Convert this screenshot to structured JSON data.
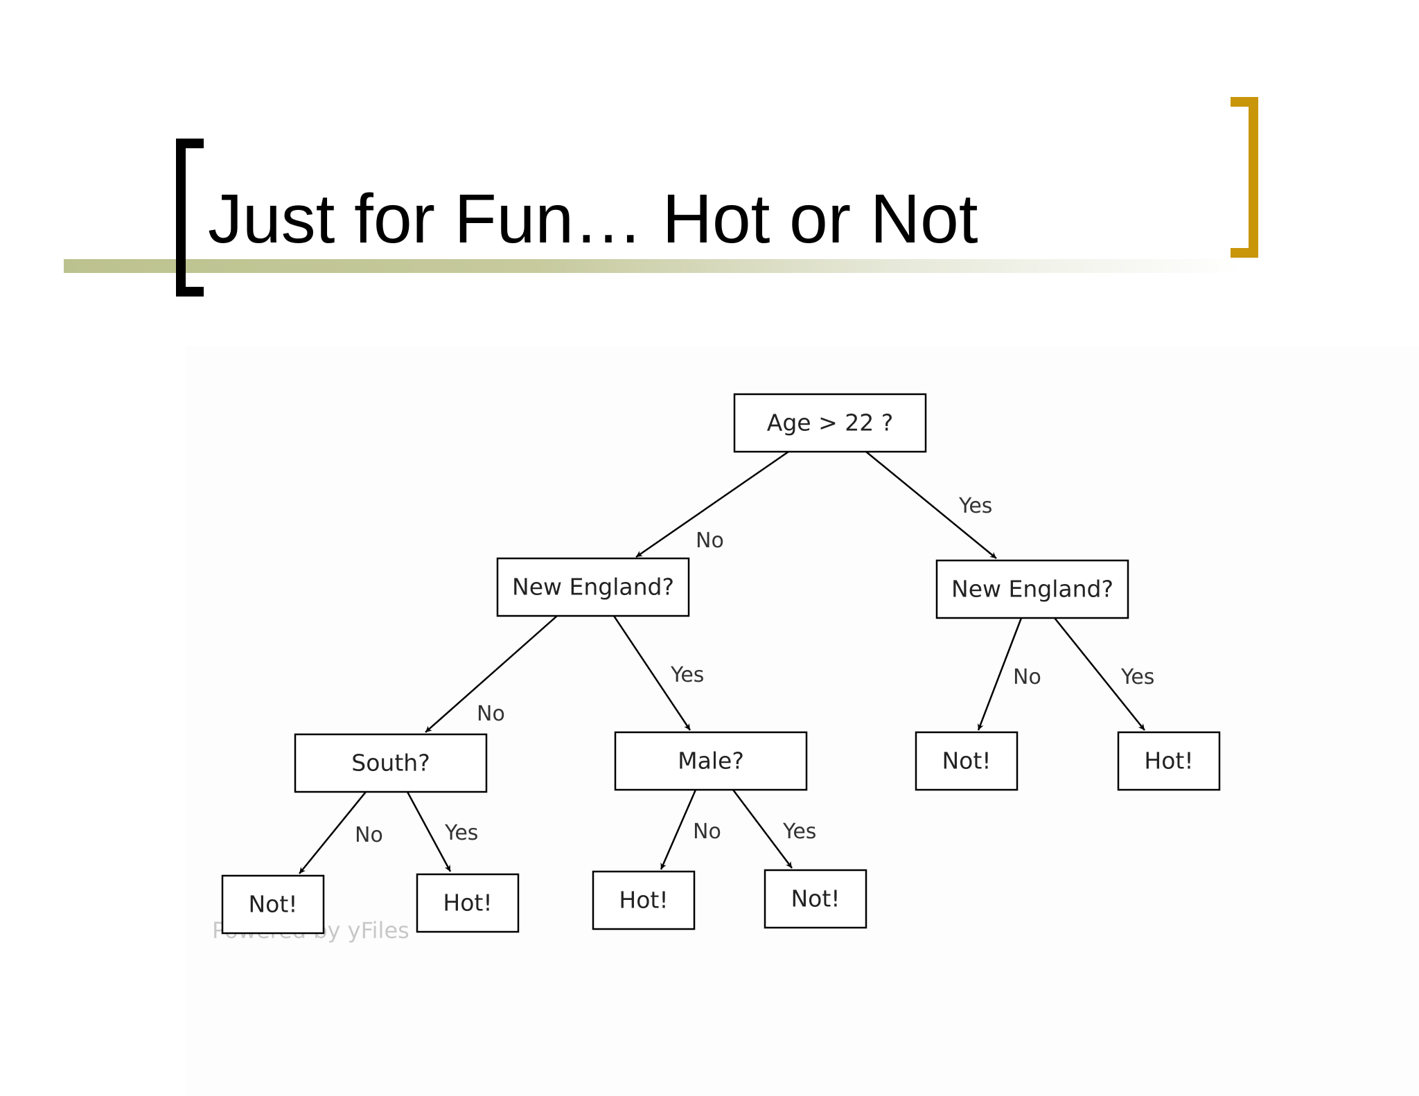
{
  "slide": {
    "title": "Just for Fun… Hot or Not"
  },
  "colors": {
    "title_text": "#000000",
    "left_bracket": "#000000",
    "right_bracket": "#c9960a",
    "accent_bar": "#bcc28f",
    "node_border": "#000000",
    "edge": "#000000"
  },
  "diagram": {
    "watermark": "Powered by yFiles",
    "nodes": [
      {
        "id": "root",
        "label": "Age > 22 ?"
      },
      {
        "id": "ne_left",
        "label": "New England?"
      },
      {
        "id": "ne_right",
        "label": "New England?"
      },
      {
        "id": "south",
        "label": "South?"
      },
      {
        "id": "male",
        "label": "Male?"
      },
      {
        "id": "r_not",
        "label": "Not!"
      },
      {
        "id": "r_hot",
        "label": "Hot!"
      },
      {
        "id": "s_not",
        "label": "Not!"
      },
      {
        "id": "s_hot",
        "label": "Hot!"
      },
      {
        "id": "m_hot",
        "label": "Hot!"
      },
      {
        "id": "m_not",
        "label": "Not!"
      }
    ],
    "edges": [
      {
        "from": "root",
        "to": "ne_left",
        "label": "No"
      },
      {
        "from": "root",
        "to": "ne_right",
        "label": "Yes"
      },
      {
        "from": "ne_left",
        "to": "south",
        "label": "No"
      },
      {
        "from": "ne_left",
        "to": "male",
        "label": "Yes"
      },
      {
        "from": "ne_right",
        "to": "r_not",
        "label": "No"
      },
      {
        "from": "ne_right",
        "to": "r_hot",
        "label": "Yes"
      },
      {
        "from": "south",
        "to": "s_not",
        "label": "No"
      },
      {
        "from": "south",
        "to": "s_hot",
        "label": "Yes"
      },
      {
        "from": "male",
        "to": "m_hot",
        "label": "No"
      },
      {
        "from": "male",
        "to": "m_not",
        "label": "Yes"
      }
    ]
  }
}
